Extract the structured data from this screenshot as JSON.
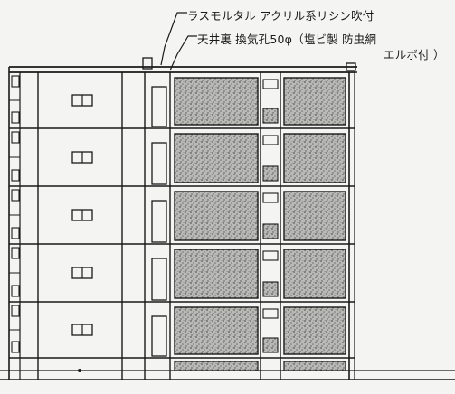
{
  "drawing": {
    "annotations": [
      {
        "label": "ラスモルタル アクリル系リシン吹付"
      },
      {
        "label": "天井裏 換気孔50φ（塩ビ製 防虫網"
      },
      {
        "label": "エルボ付 ）"
      }
    ]
  },
  "colors": {
    "ink": "#1a1a1a",
    "paper": "#f4f4f2",
    "stipple": "#6b6b6b"
  }
}
